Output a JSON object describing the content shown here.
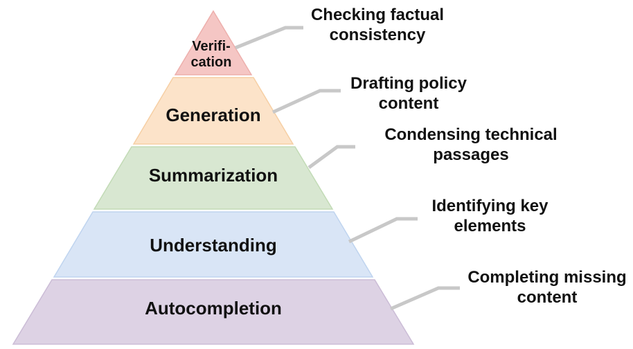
{
  "pyramid": {
    "text_color": "#111111",
    "connector_color": "#C8C8C8",
    "layers": [
      {
        "label": "Verifi-\ncation",
        "example": "Checking factual\nconsistency",
        "color": "#F5C6C4",
        "border": "#EDAFAC"
      },
      {
        "label": "Generation",
        "example": "Drafting policy\ncontent",
        "color": "#FCE3C9",
        "border": "#F6CFA4"
      },
      {
        "label": "Summarization",
        "example": "Condensing technical\npassages",
        "color": "#D8E7D1",
        "border": "#C2DBB6"
      },
      {
        "label": "Understanding",
        "example": "Identifying key\nelements",
        "color": "#D9E5F6",
        "border": "#BFD4EF"
      },
      {
        "label": "Autocompletion",
        "example": "Completing missing\ncontent",
        "color": "#DDD2E4",
        "border": "#CBBCD6"
      }
    ]
  }
}
